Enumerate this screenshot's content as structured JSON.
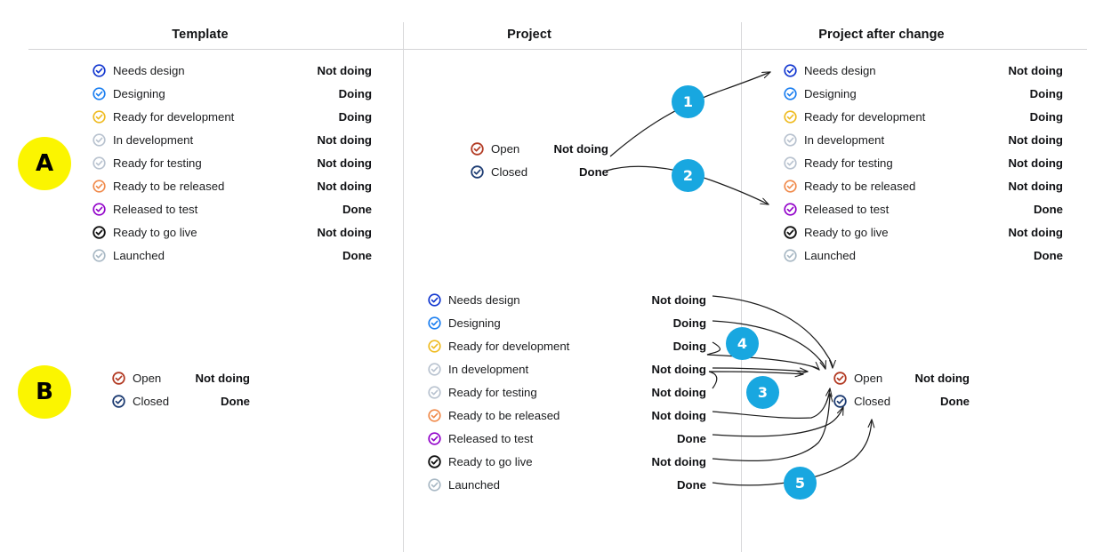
{
  "columns": [
    {
      "id": "template",
      "label": "Template"
    },
    {
      "id": "project",
      "label": "Project"
    },
    {
      "id": "project-after-change",
      "label": "Project after change"
    }
  ],
  "annotations": [
    {
      "id": "a",
      "label": "A",
      "color": "#fbf500"
    },
    {
      "id": "b",
      "label": "B",
      "color": "#fbf500"
    }
  ],
  "steps": [
    {
      "id": "1",
      "label": "1"
    },
    {
      "id": "2",
      "label": "2"
    },
    {
      "id": "3",
      "label": "3"
    },
    {
      "id": "4",
      "label": "4"
    },
    {
      "id": "5",
      "label": "5"
    }
  ],
  "statuses": {
    "not_doing": "Not doing",
    "doing": "Doing",
    "done": "Done"
  },
  "workflow_statuses": [
    {
      "name": "Needs design",
      "status": "Not doing",
      "color": "#1035cf",
      "icon": "check-circle-icon"
    },
    {
      "name": "Designing",
      "status": "Doing",
      "color": "#1a7ef0",
      "icon": "check-circle-icon"
    },
    {
      "name": "Ready for development",
      "status": "Doing",
      "color": "#efbb21",
      "icon": "check-circle-icon"
    },
    {
      "name": "In development",
      "status": "Not doing",
      "color": "#b8c2cf",
      "icon": "check-circle-icon"
    },
    {
      "name": "Ready for testing",
      "status": "Not doing",
      "color": "#b8c2cf",
      "icon": "check-circle-icon"
    },
    {
      "name": "Ready to be released",
      "status": "Not doing",
      "color": "#f08a4b",
      "icon": "check-circle-icon"
    },
    {
      "name": "Released to test",
      "status": "Done",
      "color": "#9100c9",
      "icon": "check-circle-icon"
    },
    {
      "name": "Ready to go live",
      "status": "Not doing",
      "color": "#111111",
      "icon": "check-circle-icon"
    },
    {
      "name": "Launched",
      "status": "Done",
      "color": "#a8b8c4",
      "icon": "check-circle-icon"
    }
  ],
  "project_statuses": [
    {
      "name": "Open",
      "status": "Not doing",
      "color": "#b23a23",
      "icon": "check-circle-icon"
    },
    {
      "name": "Closed",
      "status": "Done",
      "color": "#1c3b72",
      "icon": "check-circle-icon"
    }
  ],
  "accent": {
    "step_badge": "#18a7e0",
    "annotation_badge": "#fbf500",
    "arrow": "#1d1d1d",
    "divider": "#d8d8da"
  }
}
